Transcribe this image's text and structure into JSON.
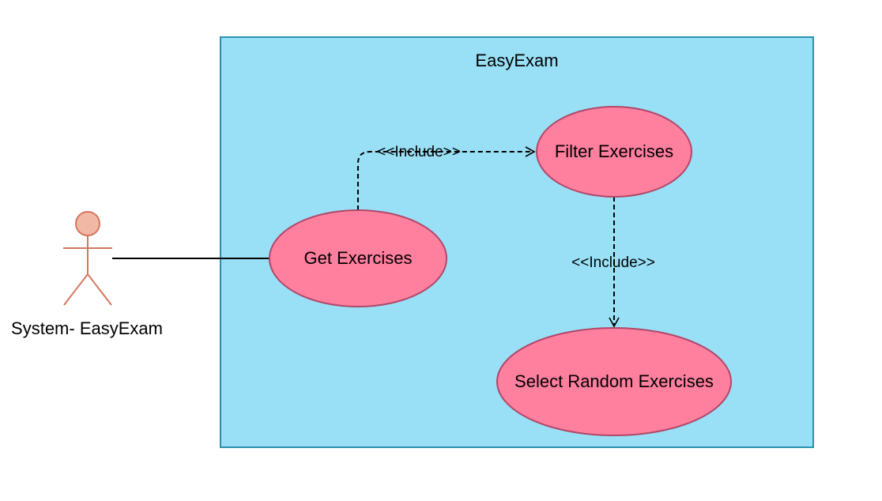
{
  "system": {
    "title": "EasyExam",
    "fill_color": "#99e0f6",
    "stroke_color": "#2b8fad"
  },
  "actor": {
    "label": "System- EasyExam",
    "color": "#d4775f",
    "head_fill": "#f0b8a5"
  },
  "use_cases": {
    "get_exercises": "Get Exercises",
    "filter_exercises": "Filter Exercises",
    "select_random_exercises": "Select Random Exercises",
    "fill_color": "#ff7f9e",
    "stroke_color": "#b04869"
  },
  "relations": {
    "include_top": "<<Include>>",
    "include_right": "<<Include>>"
  }
}
